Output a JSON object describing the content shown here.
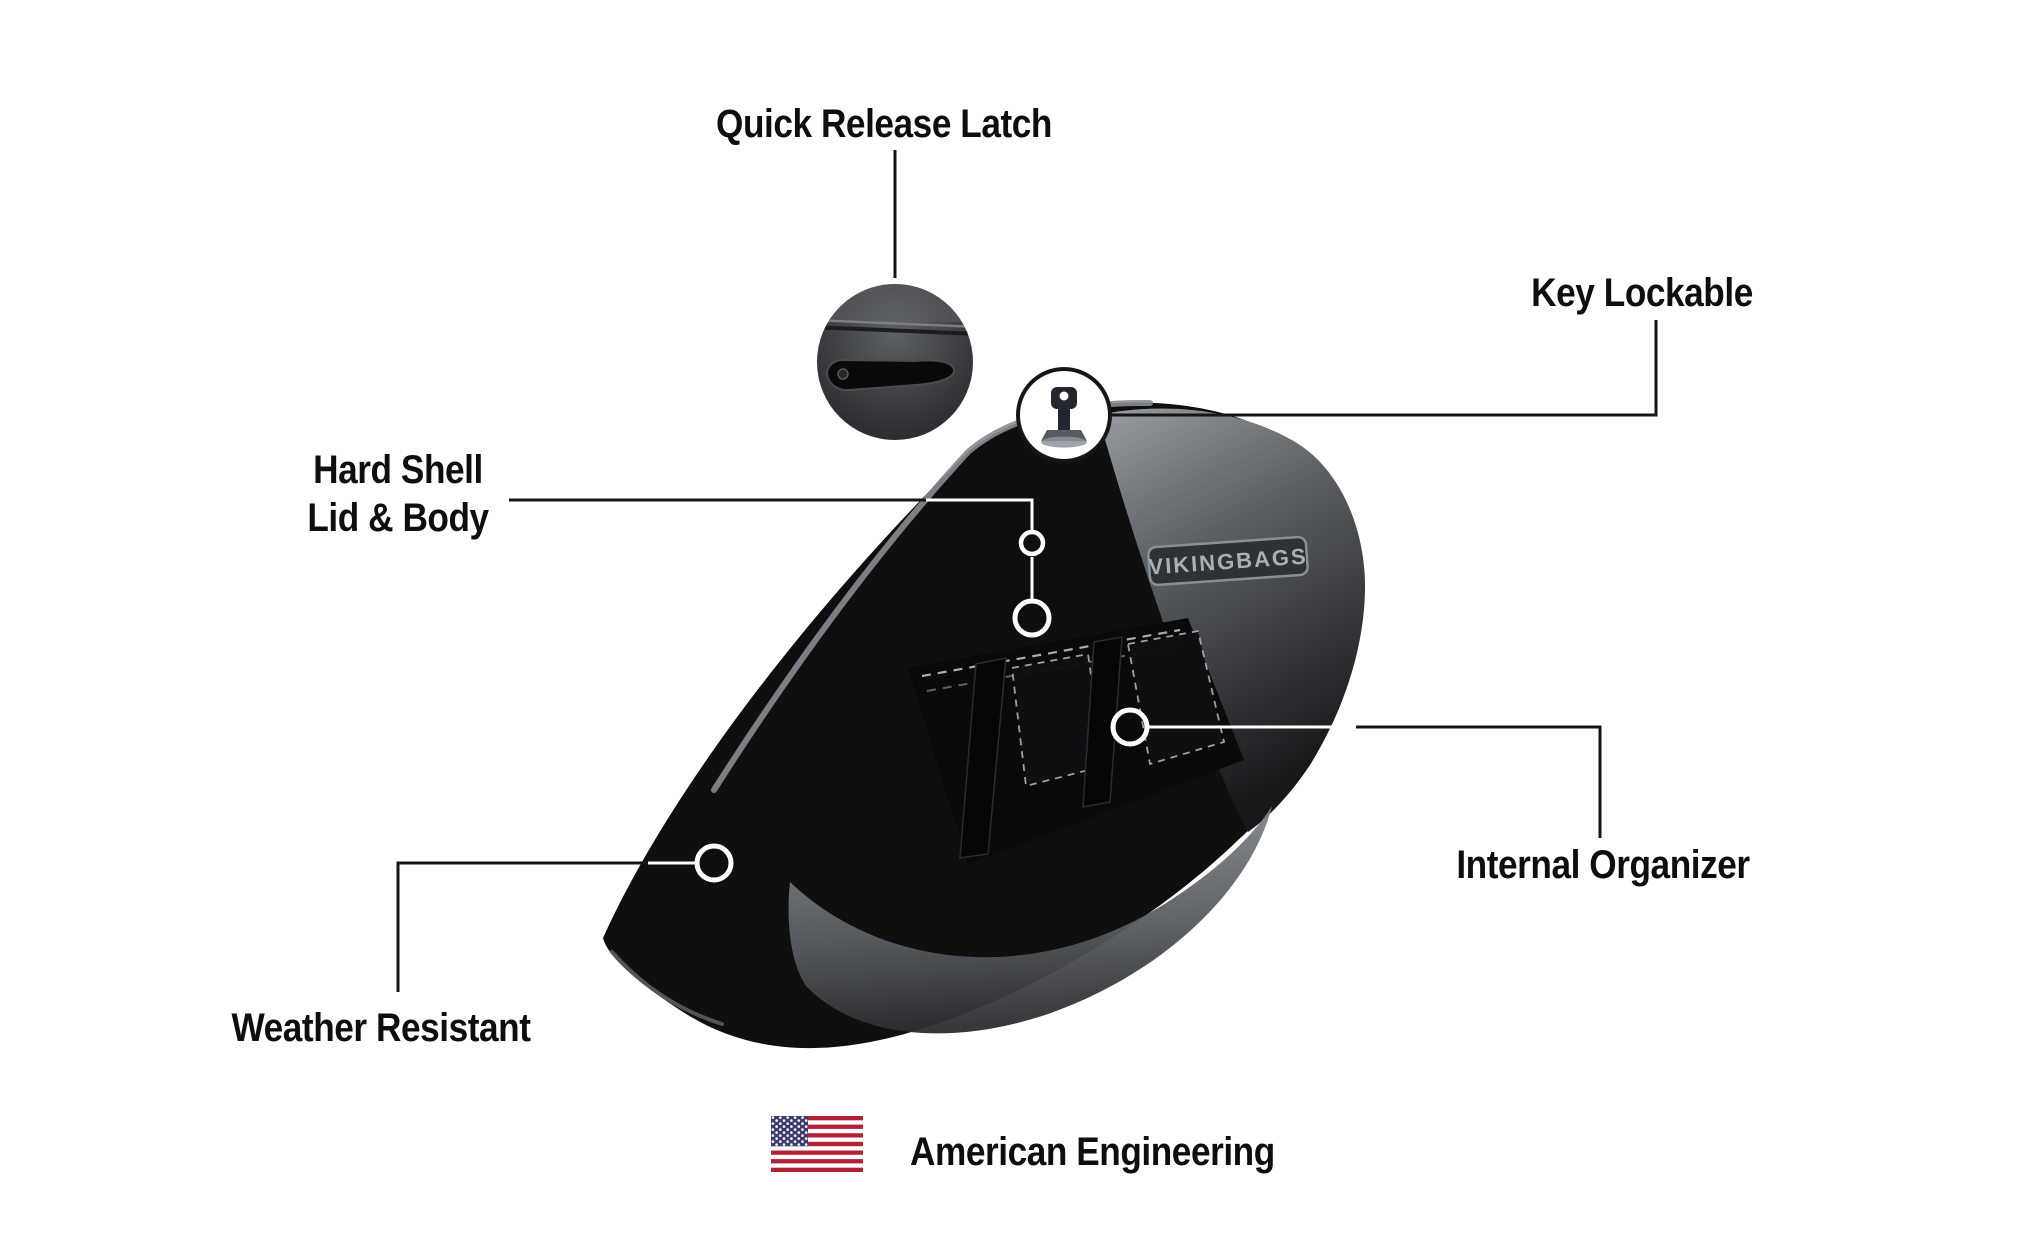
{
  "callouts": {
    "quick_release_latch": "Quick Release Latch",
    "key_lockable": "Key Lockable",
    "hard_shell_line1": "Hard Shell",
    "hard_shell_line2": "Lid & Body",
    "internal_organizer": "Internal Organizer",
    "weather_resistant": "Weather Resistant"
  },
  "badge": {
    "brand": "VIKINGBAGS"
  },
  "footer": {
    "text": "American Engineering"
  },
  "icons": {
    "flag": "us-flag-icon",
    "key": "key-icon",
    "latch": "quick-release-latch-icon"
  },
  "colors": {
    "text": "#0e0e0e",
    "bag_black": "#0f0f10",
    "accent_gray": "#878c91",
    "flag_red": "#b22234",
    "flag_blue": "#3c3b6e"
  }
}
